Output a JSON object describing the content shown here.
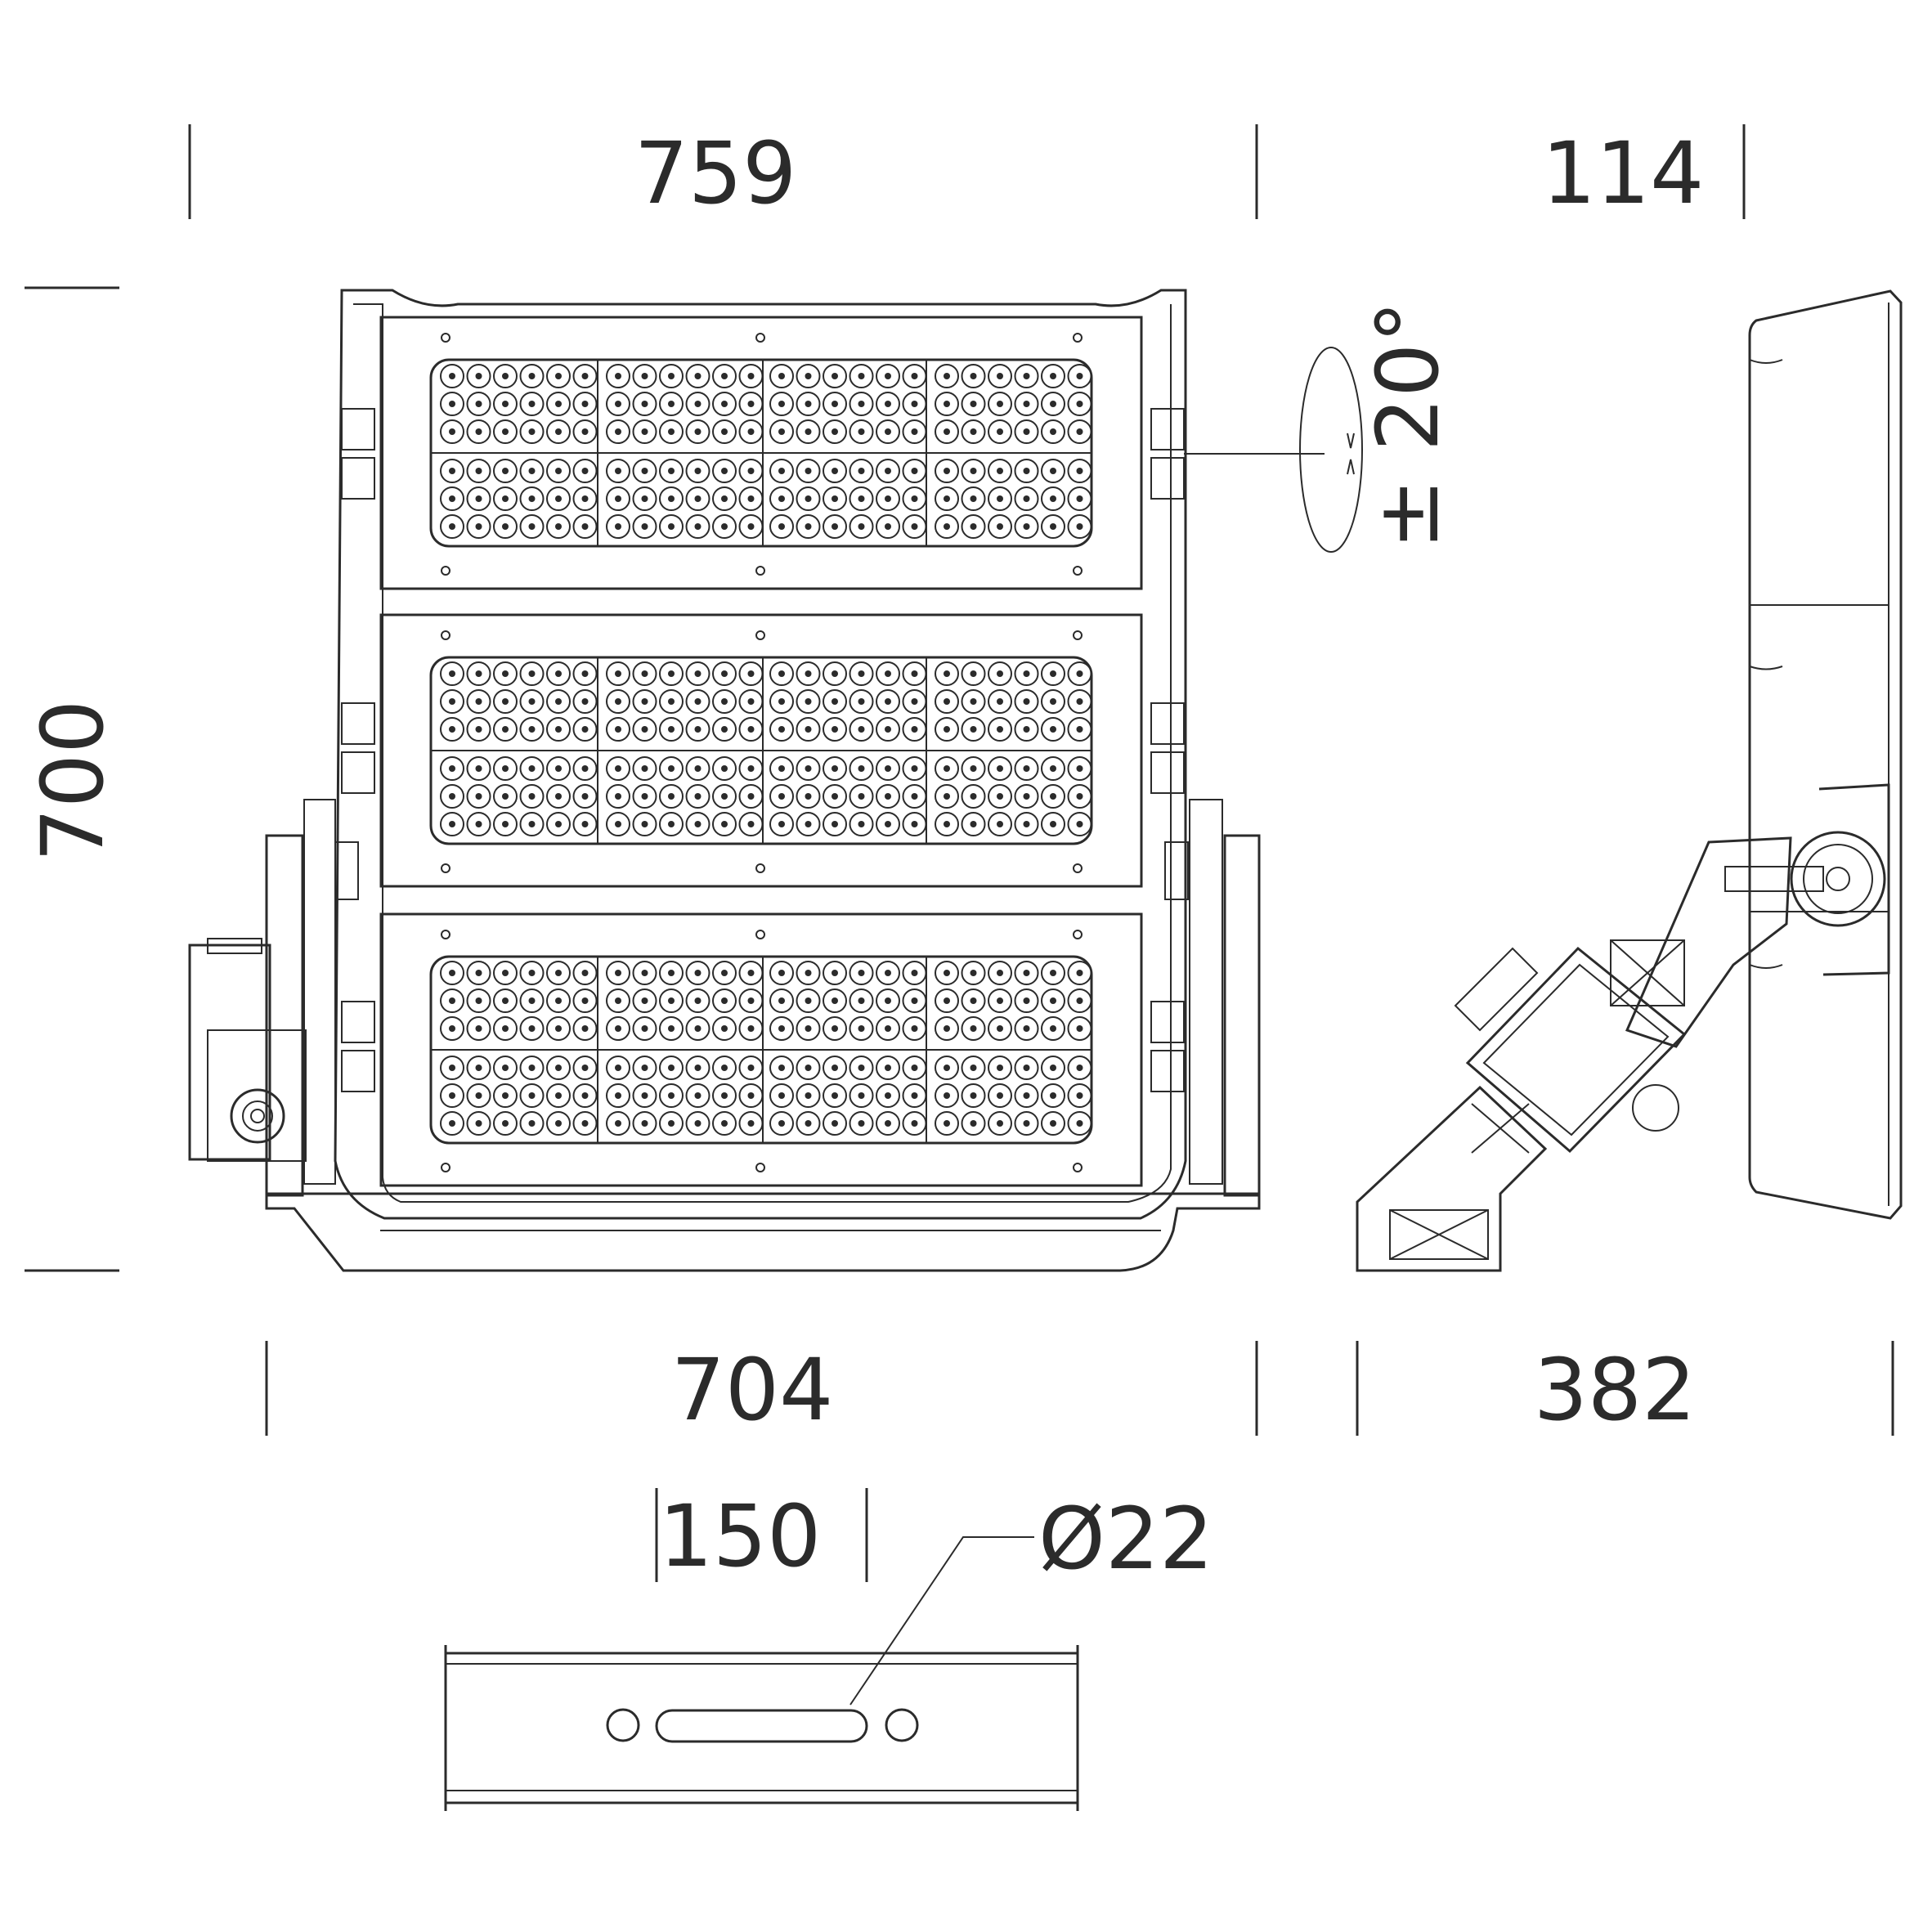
{
  "dimensions": {
    "width_top": "759",
    "depth_top": "114",
    "height": "700",
    "width_bottom": "704",
    "depth_bottom": "382",
    "slot_spacing": "150",
    "hole_diameter": "Ø22",
    "tilt_angle": "± 20°"
  },
  "colors": {
    "line": "#2b2b2b",
    "background": "#ffffff"
  }
}
